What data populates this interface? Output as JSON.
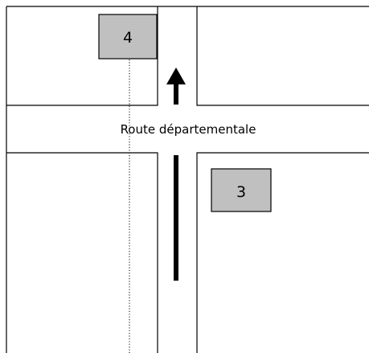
{
  "road_label": "Route départementale",
  "markers": [
    {
      "label": "4"
    },
    {
      "label": "3"
    }
  ],
  "colors": {
    "line": "#000000",
    "box_fill": "#c0c0c0",
    "background": "#ffffff"
  }
}
